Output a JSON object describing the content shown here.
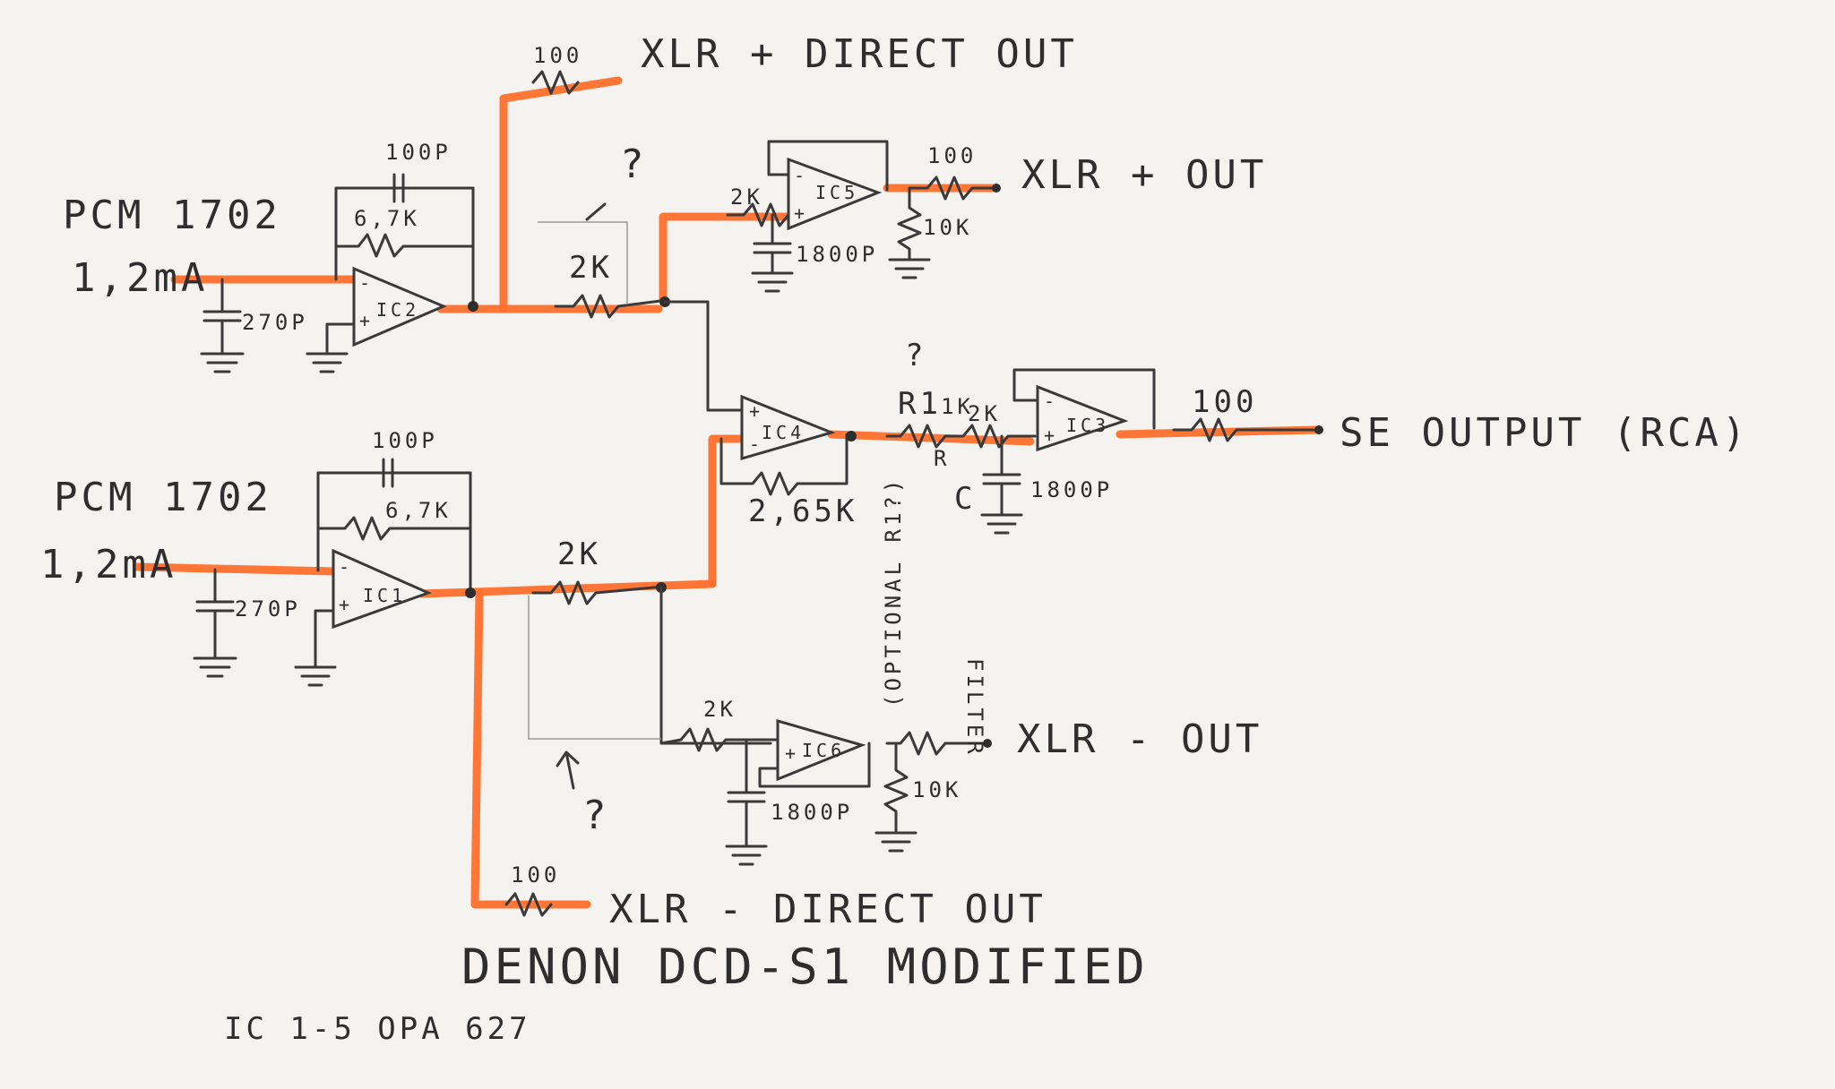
{
  "labels": {
    "pcm_top": "PCM 1702",
    "current_top": "1,2mA",
    "pcm_bottom": "PCM 1702",
    "current_bottom": "1,2mA",
    "xlr_plus_direct": "XLR + DIRECT OUT",
    "xlr_plus_out": "XLR + OUT",
    "se_output": "SE OUTPUT (RCA)",
    "xlr_minus_out": "XLR - OUT",
    "xlr_minus_direct": "XLR - DIRECT OUT",
    "title": "DENON DCD-S1 MODIFIED",
    "subtitle": "IC 1-5 OPA 627",
    "optional": "(OPTIONAL R1?)",
    "filter": "FILTER"
  },
  "components": {
    "ic1": "IC1",
    "ic2": "IC2",
    "ic3": "IC3",
    "ic4": "IC4",
    "ic5": "IC5",
    "ic6": "IC6",
    "c_feedback_top": "100P",
    "r_feedback_top": "6,7K",
    "c_input_top": "270P",
    "c_feedback_bot": "100P",
    "r_feedback_bot": "6,7K",
    "c_input_bot": "270P",
    "r_direct_plus": "100",
    "r_xlr_plus_series": "100",
    "r_xlr_plus_load": "10K",
    "c_xlr_plus_filter": "1800P",
    "r_xlr_plus_in": "2K",
    "r_sum_top": "2K",
    "r_sum_bot": "2K",
    "r_ic4_fb": "2,65K",
    "r1": "R1",
    "r1_value": "1K",
    "r1_question": "?",
    "r_filter": "2K",
    "c_filter": "1800P",
    "filter_r": "R",
    "filter_c": "C",
    "r_se_series": "100",
    "r_xlr_minus_in": "2K",
    "c_xlr_minus_filter": "1800P",
    "r_xlr_minus_load": "10K",
    "r_direct_minus": "100",
    "q1": "?",
    "q2": "?",
    "plus": "+",
    "minus": "-"
  },
  "colors": {
    "highlight": "#ff6f2c",
    "ink": "#3a3a3a",
    "paper": "#f4f3f0"
  }
}
